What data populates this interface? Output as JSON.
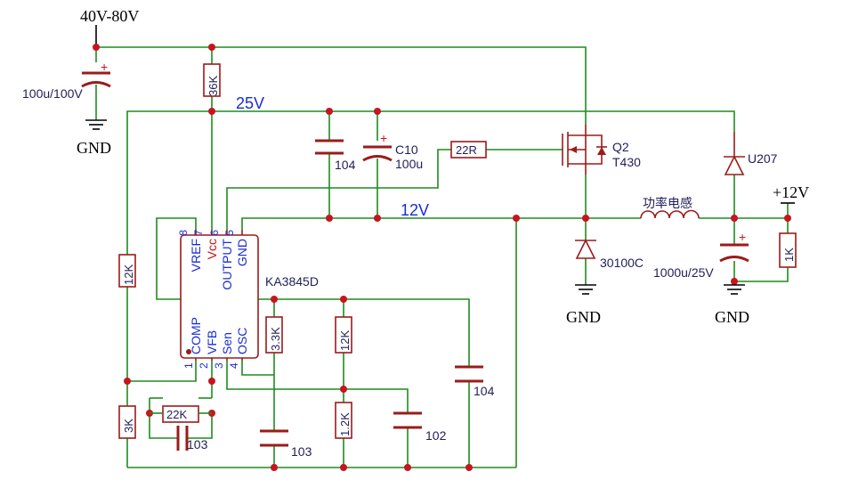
{
  "supply": {
    "input_voltage": "40V-80V",
    "rail_25v": "25V",
    "rail_12v": "12V",
    "output": "+12V"
  },
  "ground_label": "GND",
  "components": {
    "c_input": "100u/100V",
    "r_36k": "36K",
    "c_104_top": "104",
    "c10_name": "C10",
    "c10_value": "100u",
    "r_22r": "22R",
    "q2_name": "Q2",
    "q2_part": "T430",
    "d_u207": "U207",
    "inductor": "功率电感",
    "d_30100c": "30100C",
    "c_out": "1000u/25V",
    "r_1k": "1K",
    "r_12k_left": "12K",
    "r_3k": "3K",
    "r_22k": "22K",
    "c_103_fb": "103",
    "r_3_3k": "3.3K",
    "c_103_osc": "103",
    "r_12k_mid": "12K",
    "r_1_2k": "1.2K",
    "c_102": "102",
    "c_104_right": "104"
  },
  "ic": {
    "name": "KA3845D",
    "top_pins": [
      {
        "num": "8",
        "label": "VREF"
      },
      {
        "num": "7",
        "label": "Vcc"
      },
      {
        "num": "6",
        "label": "OUTPUT"
      },
      {
        "num": "5",
        "label": "GND"
      }
    ],
    "bottom_pins": [
      {
        "num": "1",
        "label": "COMP"
      },
      {
        "num": "2",
        "label": "VFB"
      },
      {
        "num": "3",
        "label": "Sen"
      },
      {
        "num": "4",
        "label": "OSC"
      }
    ]
  }
}
